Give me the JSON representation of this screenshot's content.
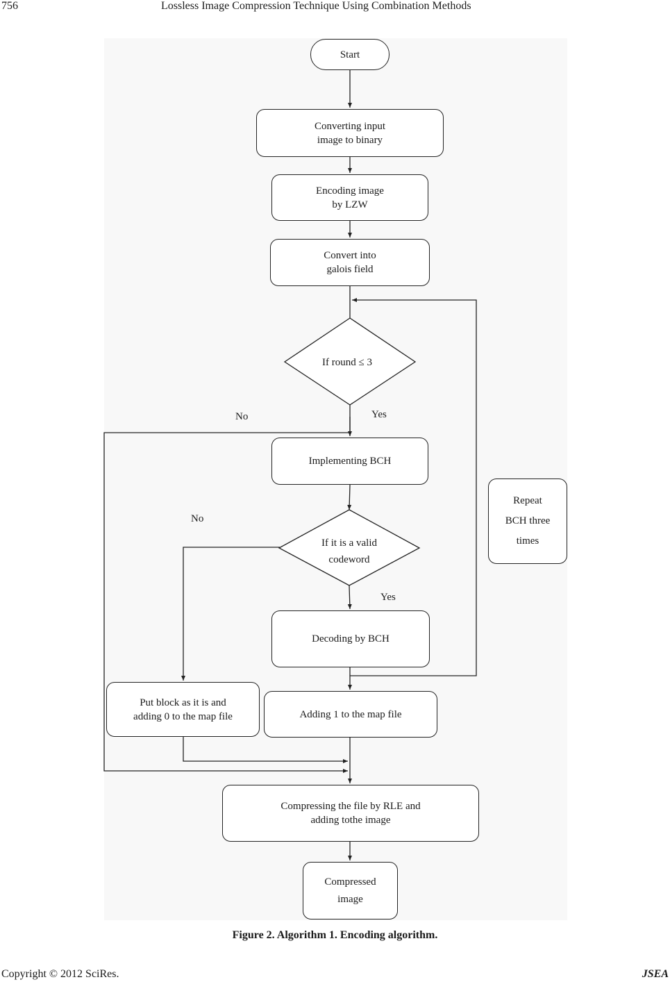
{
  "header": {
    "page_number": "756",
    "running_title": "Lossless Image Compression Technique Using Combination Methods"
  },
  "flowchart": {
    "start": "Start",
    "step_convert_binary": [
      "Converting input",
      "image to binary"
    ],
    "step_lzw": [
      "Encoding image",
      "by LZW"
    ],
    "step_galois": [
      "Convert into",
      "galois field"
    ],
    "decision_round": "If round ≤ 3",
    "label_round_no": "No",
    "label_round_yes": "Yes",
    "step_implement_bch": "Implementing BCH",
    "decision_valid": [
      "If it is a valid",
      "codeword"
    ],
    "label_valid_no": "No",
    "label_valid_yes": "Yes",
    "step_decode_bch": "Decoding by BCH",
    "step_put_block": [
      "Put block as it is and",
      "adding 0 to the map file"
    ],
    "step_add_one": "Adding 1 to the map file",
    "step_compress_rle": [
      "Compressing the file by RLE and",
      "adding tothe image"
    ],
    "end": [
      "Compressed",
      "image"
    ],
    "side_note": [
      "Repeat",
      "BCH three",
      "times"
    ]
  },
  "caption": "Figure 2. Algorithm 1. Encoding algorithm.",
  "footer": {
    "copyright": "Copyright © 2012 SciRes.",
    "journal": "JSEA"
  }
}
